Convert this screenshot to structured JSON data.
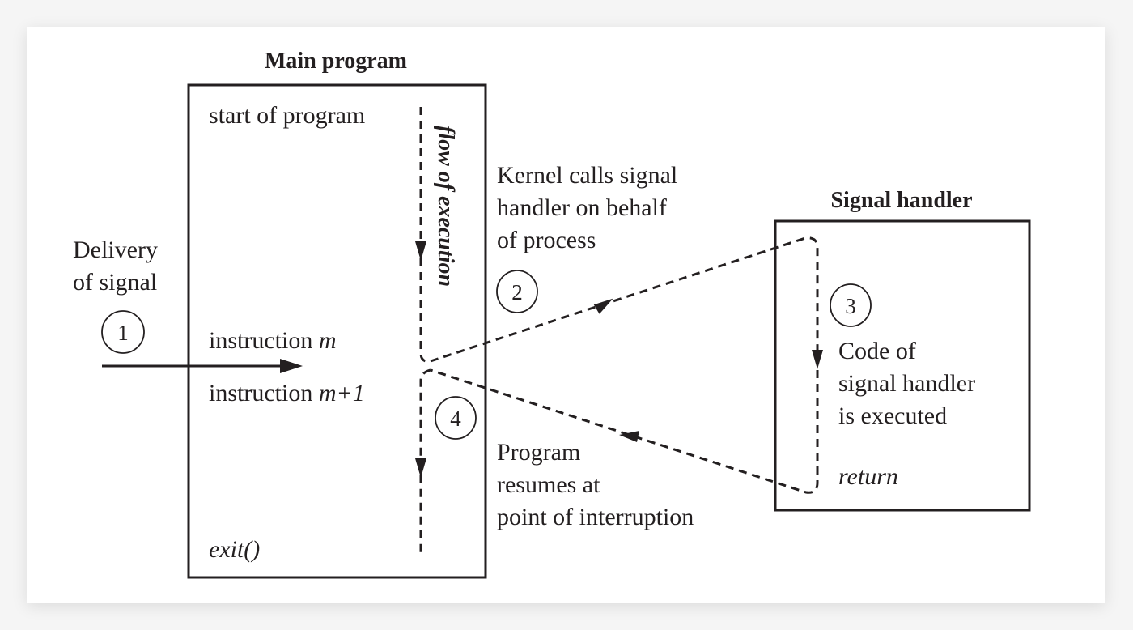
{
  "figure": {
    "main_program": {
      "title": "Main program",
      "start": "start of program",
      "instr_m_prefix": "instruction ",
      "instr_m_var": "m",
      "instr_m1_prefix": "instruction ",
      "instr_m1_var": "m+1",
      "exit": "exit()",
      "flow_label": "flow of execution"
    },
    "signal_handler": {
      "title": "Signal handler",
      "code_lines": [
        "Code of",
        "signal handler",
        "is executed"
      ],
      "return": "return"
    },
    "delivery": {
      "lines": [
        "Delivery",
        "of signal"
      ]
    },
    "kernel_calls": {
      "lines": [
        "Kernel calls signal",
        "handler on behalf",
        "of process"
      ]
    },
    "resumes": {
      "lines": [
        "Program",
        "resumes at",
        "point of interruption"
      ]
    },
    "steps": [
      "1",
      "2",
      "3",
      "4"
    ],
    "colors": {
      "ink": "#231f20",
      "card": "#ffffff",
      "background": "#f5f5f5"
    }
  }
}
